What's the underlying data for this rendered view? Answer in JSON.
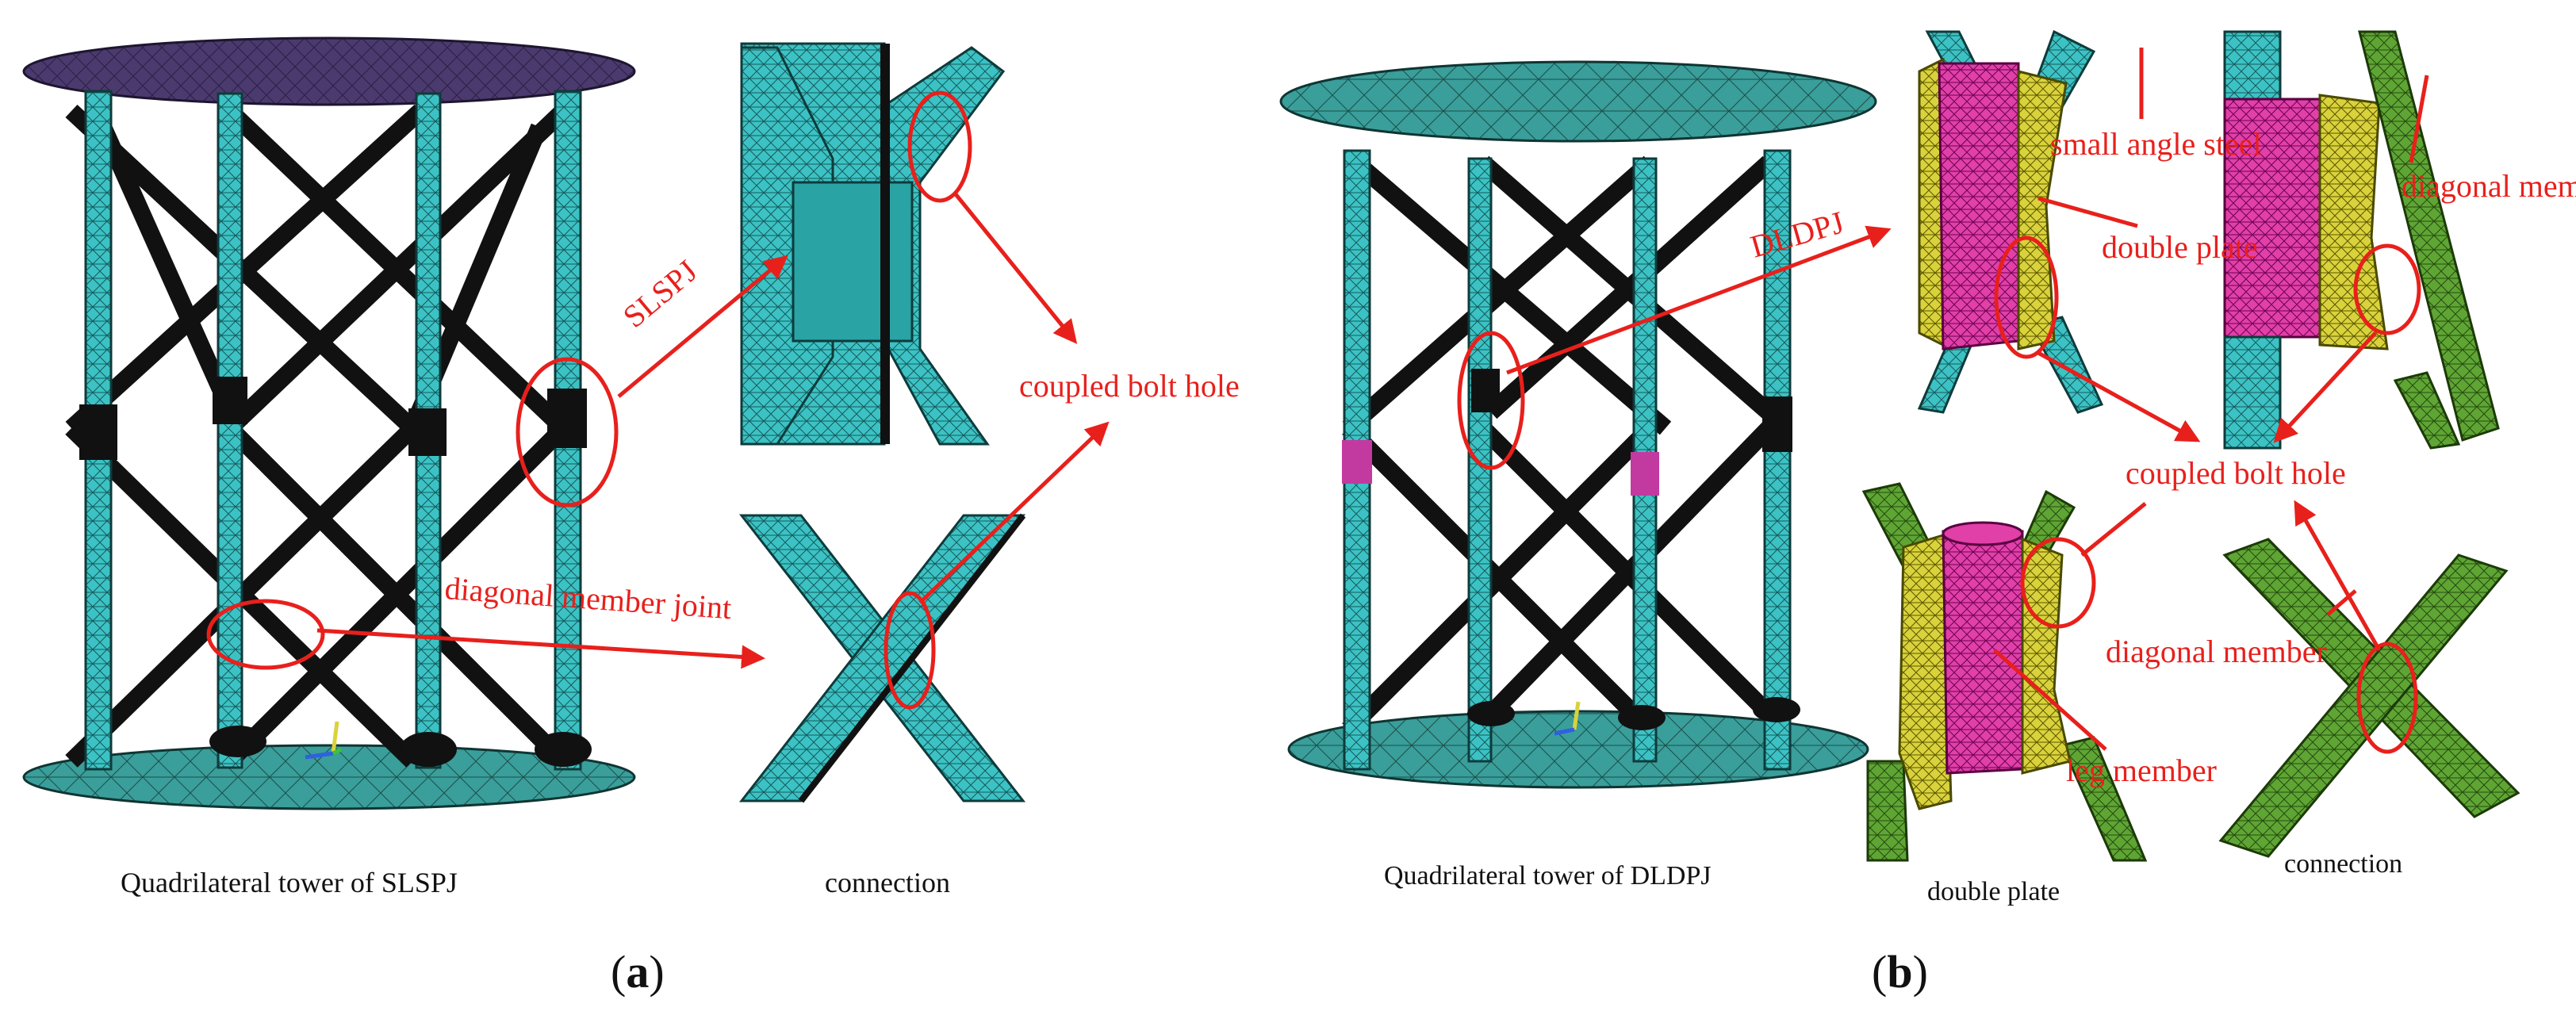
{
  "panel_a": {
    "panel_label_open": "(",
    "panel_label_letter": "a",
    "panel_label_close": ")",
    "caption_tower": "Quadrilateral tower of SLSPJ",
    "caption_connection": "connection",
    "label_joint_type": "SLSPJ",
    "label_bolt_hole": "coupled bolt hole",
    "label_diagonal_joint": "diagonal member joint"
  },
  "panel_b": {
    "panel_label_open": "(",
    "panel_label_letter": "b",
    "panel_label_close": ")",
    "caption_tower": "Quadrilateral tower of DLDPJ",
    "caption_double_plate": "double plate",
    "caption_connection": "connection",
    "label_joint_type": "DLDPJ",
    "label_small_angle_steel": "small angle steel",
    "label_diagonal_member_top": "diagonal member",
    "label_double_plate": "double plate",
    "label_bolt_hole": "coupled bolt hole",
    "label_diagonal_member_bottom": "diagonal member",
    "label_leg_member": "leg member"
  },
  "colors": {
    "annotation_red": "#e8201c",
    "mesh_cyan": "#3cc2c4",
    "mesh_green": "#5fa534",
    "mesh_yellow": "#d9d23c",
    "mesh_magenta": "#e040a8",
    "plate_purple": "#4b3a6e",
    "plate_teal": "#3a9e9a",
    "member_black": "#111111"
  }
}
